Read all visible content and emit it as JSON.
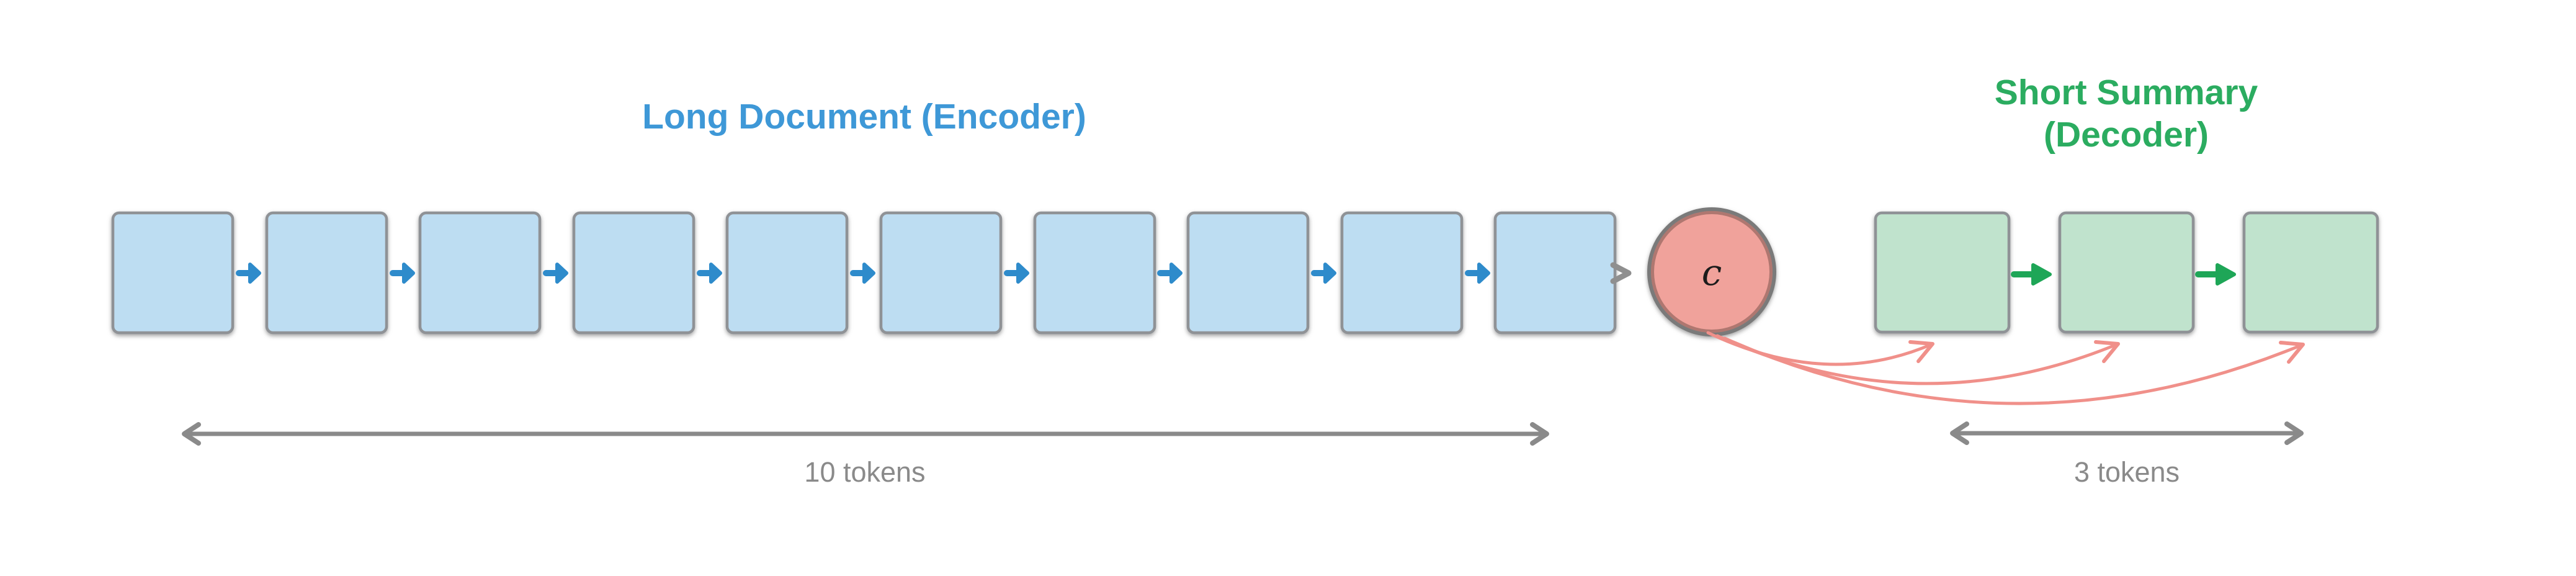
{
  "diagram": {
    "background": "#FFFFFF",
    "encoder": {
      "title": "Long Document (Encoder)",
      "title_color": "#3E98D7",
      "token_count": 10,
      "measure_label": "10 tokens",
      "box_fill": "#BDDDF2",
      "box_border": "#8F9296",
      "arrow_color": "#2E8BCB"
    },
    "context_vector": {
      "label": "c",
      "label_color": "#1A1A1A",
      "fill": "#F0A29B",
      "border": "#7A7A7A",
      "inner_ring_color": "#6E4B44",
      "input_arrow_color": "#8F8F8F"
    },
    "decoder": {
      "title_line1": "Short Summary",
      "title_line2": "(Decoder)",
      "title_color": "#2BAC60",
      "token_count": 3,
      "measure_label": "3 tokens",
      "box_fill": "#C0E3CD",
      "box_border": "#8F9296",
      "arrow_color": "#1EA657"
    },
    "attention_arrows": {
      "count": 3,
      "color": "#F0908A"
    },
    "measure": {
      "color": "#8A8A8A"
    }
  }
}
